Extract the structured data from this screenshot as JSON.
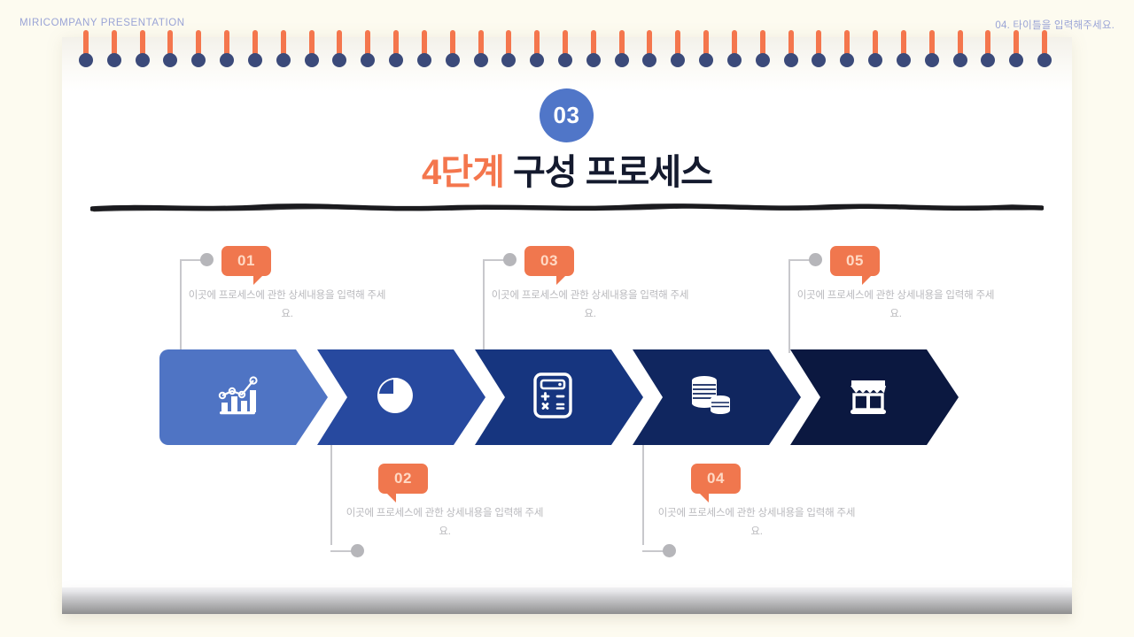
{
  "header": {
    "left_label": "MIRICOMPANY PRESENTATION",
    "right_label": "04. 타이틀을 입력해주세요."
  },
  "title_block": {
    "badge_number": "03",
    "title_highlight": "4단계",
    "title_rest": "구성 프로세스"
  },
  "colors": {
    "background": "#fdfbf0",
    "board": "#ffffff",
    "accent_orange": "#f4764d",
    "badge_blue": "#5076c8",
    "title_dark": "#141a2e",
    "connector_gray": "#c8c8cc",
    "desc_text": "#b9b9bd"
  },
  "process": {
    "steps": [
      {
        "number": "01",
        "icon": "bar-chart-trend-icon",
        "color": "#4f74c4",
        "position": "top",
        "description": "이곳에 프로세스에 관한 상세내용을 입력해 주세요."
      },
      {
        "number": "02",
        "icon": "pie-chart-icon",
        "color": "#27499f",
        "position": "bottom",
        "description": "이곳에 프로세스에 관한 상세내용을 입력해 주세요."
      },
      {
        "number": "03",
        "icon": "calculator-icon",
        "color": "#16357f",
        "position": "top",
        "description": "이곳에 프로세스에 관한 상세내용을 입력해 주세요."
      },
      {
        "number": "04",
        "icon": "coins-stack-icon",
        "color": "#10265f",
        "position": "bottom",
        "description": "이곳에 프로세스에 관한 상세내용을 입력해 주세요."
      },
      {
        "number": "05",
        "icon": "storefront-icon",
        "color": "#0b1840",
        "position": "top",
        "description": "이곳에 프로세스에 관한 상세내용을 입력해 주세요."
      }
    ]
  },
  "decor": {
    "pin_count": 35,
    "pin_stem_color": "#f4764d",
    "pin_head_color": "#3b4a7a",
    "divider": "hand-drawn-rule"
  }
}
